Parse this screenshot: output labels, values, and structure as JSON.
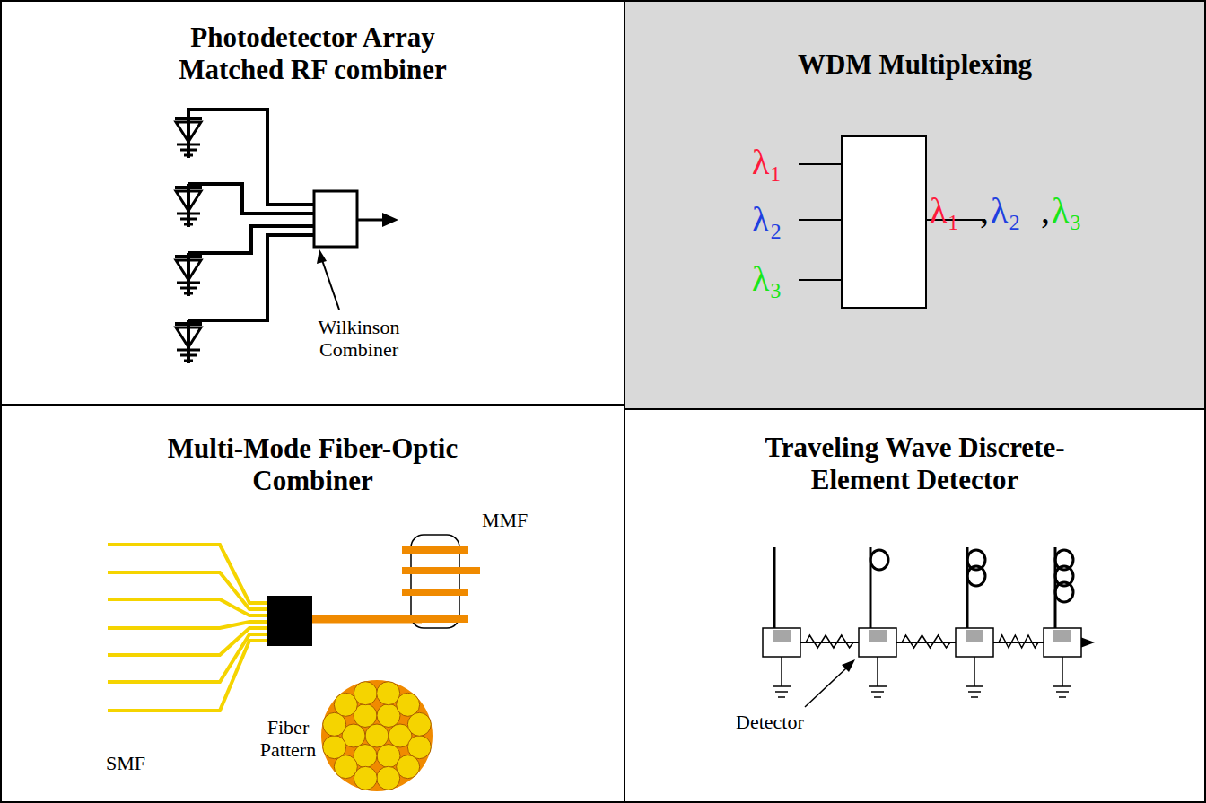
{
  "diagram": {
    "nodes": [
      {
        "text": [
          "Photodetector Array Matched RF combiner"
        ]
      },
      {
        "text": [
          "WDM Multiplexing"
        ]
      },
      {
        "text": [
          "Multi-Mode Fiber-Optic Combiner"
        ]
      },
      {
        "text": [
          "Traveling Wave Discrete-Element Detector"
        ]
      }
    ],
    "labels": [
      "Wilkinson Combiner",
      "λ₁",
      "λ₂",
      "λ₃",
      "λ₁",
      ",",
      "λ₂",
      ",",
      "λ₃",
      "MMF",
      "SMF",
      "Fiber Pattern",
      "Detector"
    ]
  }
}
